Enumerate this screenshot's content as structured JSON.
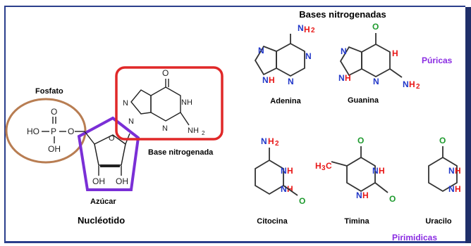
{
  "title": "Bases nitrogenadas",
  "labels": {
    "fosfato": "Fosfato",
    "azucar": "Azúcar",
    "nucleotido": "Nucléotido",
    "base": "Base nitrogenada",
    "adenina": "Adenina",
    "guanina": "Guanina",
    "citocina": "Citocina",
    "timina": "Timina",
    "uracilo": "Uracilo",
    "puricas": "Púricas",
    "pirimidicas": "Pirimidicas"
  },
  "atoms": {
    "ho": "HO",
    "oh": "OH",
    "p": "P",
    "o": "O",
    "n": "N",
    "nh": "NH",
    "nh2": "NH",
    "sub2": "2",
    "h": "H",
    "h3c": "H",
    "sub3": "3",
    "c": "C"
  },
  "colors": {
    "phosphate_circle": "#b87d52",
    "sugar_pentagon": "#7a2fd6",
    "base_box": "#e02828",
    "purple_text": "#8a2be2",
    "red": "#e81818",
    "blue": "#2036c8",
    "green": "#1e9a2e",
    "teal": "#178a8a"
  }
}
